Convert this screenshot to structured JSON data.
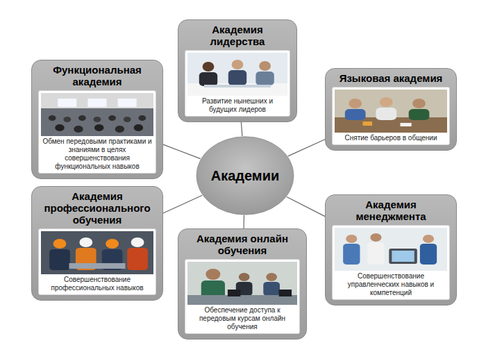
{
  "diagram": {
    "nodes": [
      {
        "text": [
          "Академия лидерства",
          "Развитие нынешних и будущих лидеров"
        ]
      },
      {
        "text": [
          "Функциональная академия",
          "Обмен передовыми практиками и знаниями в целях совершенствования функциональных навыков"
        ]
      },
      {
        "text": [
          "Языковая академия",
          "Снятие барьеров в общении"
        ]
      },
      {
        "text": [
          "Академии"
        ]
      },
      {
        "text": [
          "Академия профессионального обучения",
          "Совершенствование профессиональных навыков"
        ]
      },
      {
        "text": [
          "Академия менеджмента",
          "Совершенствование управленческих навыков и компетенций"
        ]
      },
      {
        "text": [
          "Академия онлайн обучения",
          "Обеспечение доступа к передовым курсам онлайн обучения"
        ]
      }
    ],
    "edges": [
      {
        "from": 3,
        "to": 0,
        "arrow": "none"
      },
      {
        "from": 3,
        "to": 1,
        "arrow": "none"
      },
      {
        "from": 3,
        "to": 2,
        "arrow": "none"
      },
      {
        "from": 3,
        "to": 4,
        "arrow": "none"
      },
      {
        "from": 3,
        "to": 5,
        "arrow": "none"
      },
      {
        "from": 3,
        "to": 6,
        "arrow": "none"
      }
    ]
  }
}
